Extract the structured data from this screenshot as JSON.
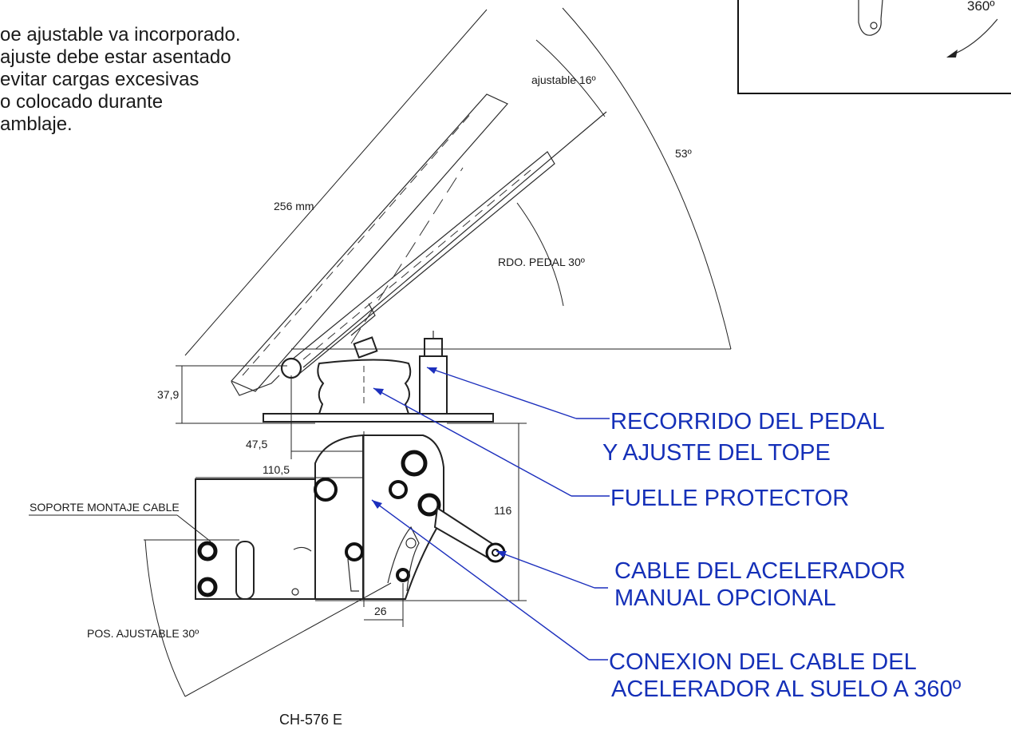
{
  "intro_lines": [
    "oe ajustable va incorporado.",
    "ajuste debe estar asentado",
    "evitar cargas excesivas",
    "o colocado durante",
    "amblaje."
  ],
  "inset": {
    "angle_label": "360º"
  },
  "dimensions": {
    "pedal_length": "256 mm",
    "adjustable_angle": "ajustable 16º",
    "total_angle": "53º",
    "pedal_travel": "RDO. PEDAL 30º",
    "height": "37,9",
    "offset_a": "47,5",
    "offset_b": "110,5",
    "body_height": "116",
    "bottom_width": "26",
    "mount_angle": "POS. AJUSTABLE 30º"
  },
  "labels": {
    "cable_bracket": "SOPORTE MONTAJE CABLE",
    "pedal_travel_line1": "RECORRIDO DEL PEDAL",
    "pedal_travel_line2": "Y AJUSTE DEL TOPE",
    "bellows": "FUELLE PROTECTOR",
    "manual_cable_line1": "CABLE DEL ACELERADOR",
    "manual_cable_line2": "MANUAL OPCIONAL",
    "floor_cable_line1": "CONEXION DEL CABLE DEL",
    "floor_cable_line2": "ACELERADOR AL SUELO A 360º"
  },
  "drawing_code": "CH-576 E",
  "colors": {
    "callout": "#1530b8",
    "ink": "#1a1a1a"
  }
}
